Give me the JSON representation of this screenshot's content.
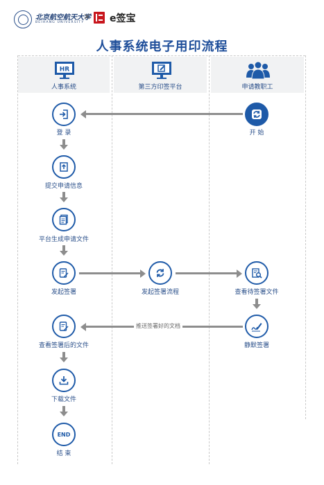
{
  "header": {
    "university_name_cn": "北京航空航天大学",
    "university_name_en": "BEIHANG UNIVERSITY",
    "separator": "×",
    "partner_name": "e签宝"
  },
  "title": "人事系统电子用印流程",
  "lanes": [
    {
      "label": "人事系统",
      "icon": "hr-monitor-icon"
    },
    {
      "label": "第三方印签平台",
      "icon": "sign-monitor-icon"
    },
    {
      "label": "申请教职工",
      "icon": "staff-group-icon"
    }
  ],
  "nodes": {
    "start": {
      "label": "开 始",
      "icon": "sync-icon"
    },
    "login": {
      "label": "登 录",
      "icon": "login-icon"
    },
    "submit": {
      "label": "提交申请信息",
      "icon": "upload-icon"
    },
    "generate": {
      "label": "平台生成申请文件",
      "icon": "document-icon"
    },
    "initiate": {
      "label": "发起签署",
      "icon": "edit-document-icon"
    },
    "process": {
      "label": "发起签署流程",
      "icon": "sync-icon"
    },
    "review": {
      "label": "查看待签署文件",
      "icon": "search-document-icon"
    },
    "silent": {
      "label": "静默签署",
      "icon": "signature-icon"
    },
    "view_signed": {
      "label": "查看签署后的文件",
      "icon": "edit-document-icon"
    },
    "download": {
      "label": "下载文件",
      "icon": "download-icon"
    },
    "end": {
      "label": "结 束",
      "icon_text": "END"
    }
  },
  "arrows": {
    "return_label": "推送签署好的文档"
  },
  "colors": {
    "primary": "#1e5aa8",
    "arrow": "#8d8d8d",
    "lane_header": "#f1f2f3"
  }
}
